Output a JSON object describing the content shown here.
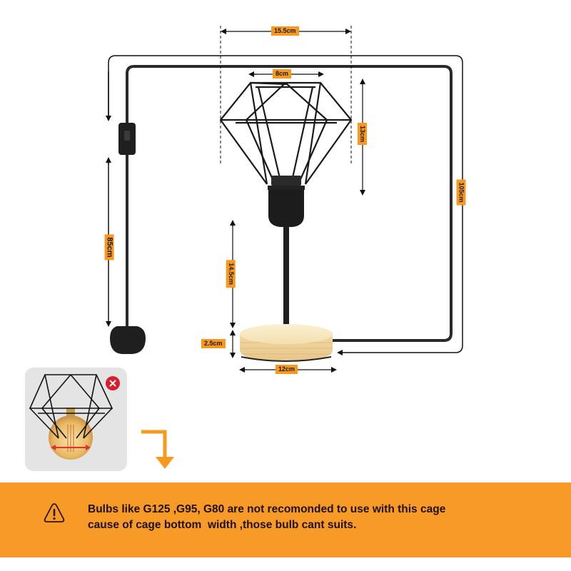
{
  "dimensions": {
    "cage_max_width": "15.5cm",
    "cage_top_width": "8cm",
    "cage_height": "13cm",
    "total_cord_length": "105cm",
    "cord_to_switch": "85cm",
    "stem_height": "14.5cm",
    "base_height": "2.5cm",
    "base_diameter": "12cm"
  },
  "inset": {
    "description": "Globe bulb inside cage - not compatible",
    "status_icon": "x-mark-icon",
    "status_color": "#d81e2c"
  },
  "warning": {
    "icon": "warning-triangle-icon",
    "line1": "Bulbs like G125 ,G95, G80 are not recomonded to use with this cage",
    "line2": "cause of cage bottom  width ,those bulb cant suits."
  },
  "colors": {
    "accent_orange": "#f8981d",
    "panel_orange": "#f89a28",
    "lamp_black": "#1c1c1c",
    "wood": "#f3dcaa",
    "error_red": "#d81e2c"
  }
}
